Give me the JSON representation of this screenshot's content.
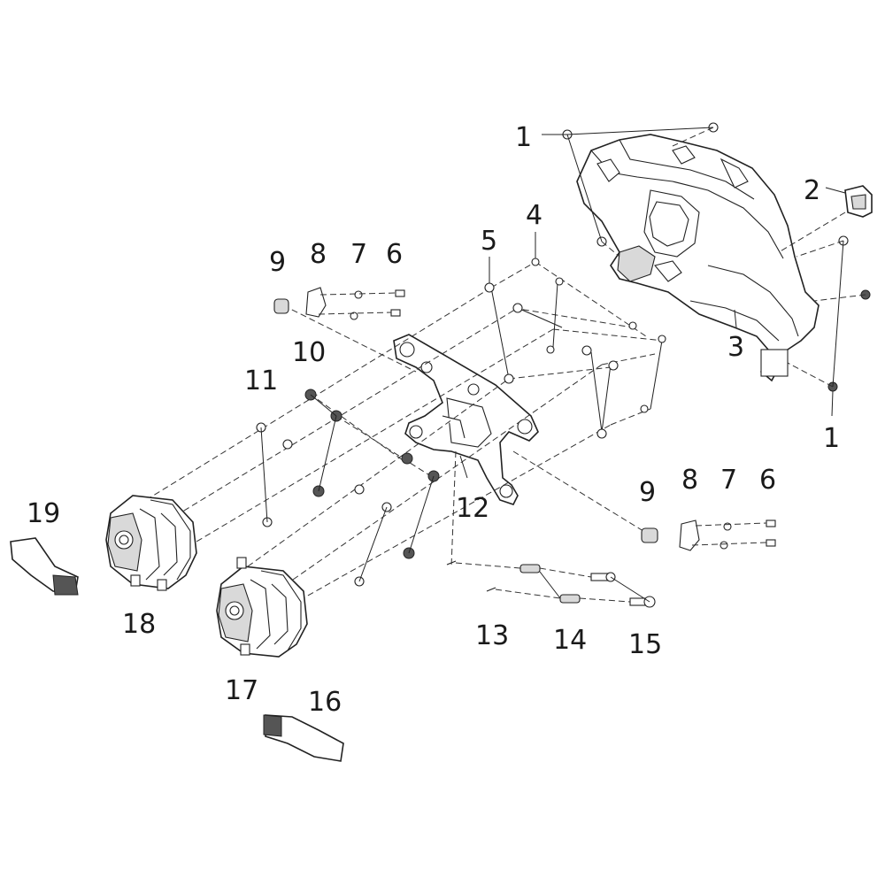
{
  "callouts": [
    {
      "id": "c1a",
      "text": "1"
    },
    {
      "id": "c2",
      "text": "2"
    },
    {
      "id": "c3",
      "text": "3"
    },
    {
      "id": "c1b",
      "text": "1"
    },
    {
      "id": "c4",
      "text": "4"
    },
    {
      "id": "c5",
      "text": "5"
    },
    {
      "id": "c6a",
      "text": "6"
    },
    {
      "id": "c7a",
      "text": "7"
    },
    {
      "id": "c8a",
      "text": "8"
    },
    {
      "id": "c9a",
      "text": "9"
    },
    {
      "id": "c10",
      "text": "10"
    },
    {
      "id": "c11",
      "text": "11"
    },
    {
      "id": "c12",
      "text": "12"
    },
    {
      "id": "c9b",
      "text": "9"
    },
    {
      "id": "c8b",
      "text": "8"
    },
    {
      "id": "c7b",
      "text": "7"
    },
    {
      "id": "c6b",
      "text": "6"
    },
    {
      "id": "c13",
      "text": "13"
    },
    {
      "id": "c14",
      "text": "14"
    },
    {
      "id": "c15",
      "text": "15"
    },
    {
      "id": "c16",
      "text": "16"
    },
    {
      "id": "c17",
      "text": "17"
    },
    {
      "id": "c18",
      "text": "18"
    },
    {
      "id": "c19",
      "text": "19"
    }
  ]
}
